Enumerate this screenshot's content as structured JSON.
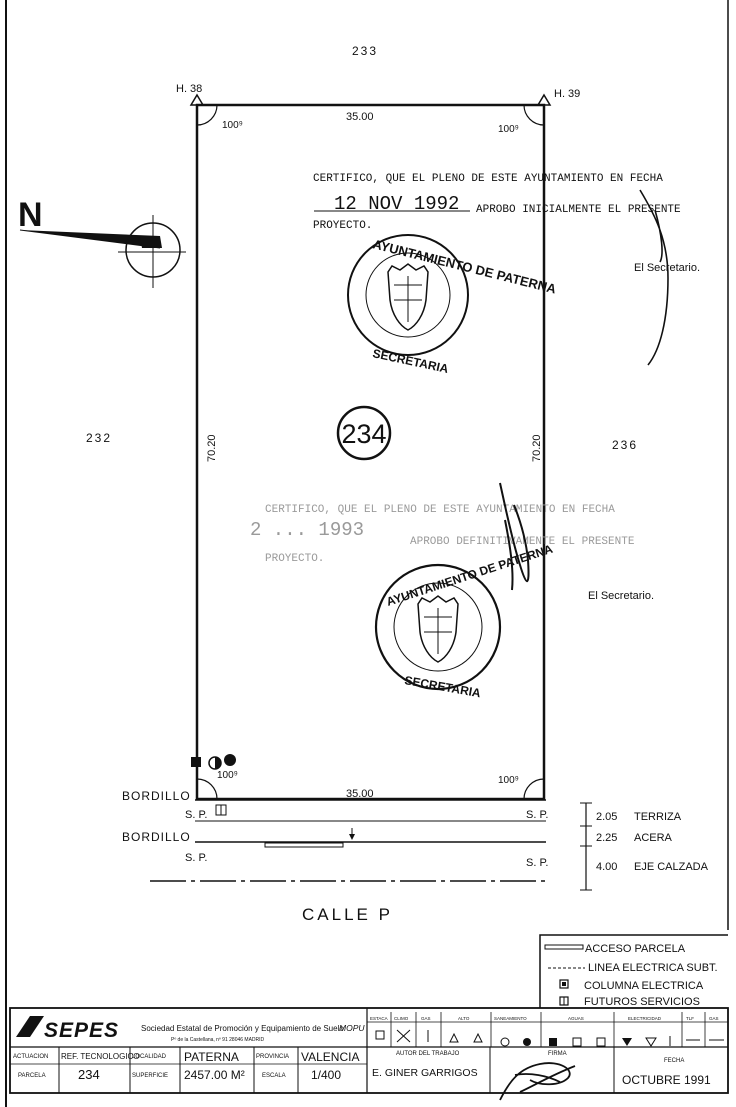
{
  "neighbors": {
    "north": "233",
    "west": "232",
    "east": "236"
  },
  "markers": {
    "nw": "H. 38",
    "ne": "H. 39"
  },
  "north_arrow": {
    "letter": "N"
  },
  "dimensions": {
    "top_width": "35.00",
    "bottom_width": "35.00",
    "left_length": "70.20",
    "right_length": "70.20",
    "angle_nw": "100⁹",
    "angle_ne": "100⁹",
    "angle_sw": "100⁹",
    "angle_se": "100⁹"
  },
  "parcel_number": "234",
  "certificate_1": {
    "line1": "CERTIFICO, QUE EL PLENO DE ESTE AYUNTAMIENTO EN FECHA",
    "date": "12 NOV 1992",
    "line2": "APROBO INICIALMENTE EL PRESENTE",
    "line3": "PROYECTO.",
    "signature_role": "El Secretario."
  },
  "certificate_2": {
    "line1": "CERTIFICO, QUE EL PLENO DE ESTE AYUNTAMIENTO EN FECHA",
    "date": "2 ... 1993",
    "line2": "APROBO DEFINITIVAMENTE EL PRESENTE",
    "line3": "PROYECTO.",
    "signature_role": "El Secretario."
  },
  "seal_1": {
    "top_text": "AYUNTAMIENTO DE PATERNA",
    "bottom_text": "SECRETARIA"
  },
  "seal_2": {
    "top_text": "AYUNTAMIENTO DE PATERNA",
    "bottom_text": "SECRETARIA"
  },
  "street": {
    "bordillo_1": "BORDILLO",
    "bordillo_2": "BORDILLO",
    "sp_left_1": "S. P.",
    "sp_right_1": "S. P.",
    "sp_left_2": "S. P.",
    "sp_right_2": "S. P.",
    "name": "CALLE   P",
    "section_1_value": "2.05",
    "section_1_label": "TERRIZA",
    "section_2_value": "2.25",
    "section_2_label": "ACERA",
    "section_3_value": "4.00",
    "section_3_label": "EJE CALZADA"
  },
  "legend": {
    "items": [
      "ACCESO PARCELA",
      "LINEA ELECTRICA SUBT.",
      "COLUMNA ELECTRICA",
      "FUTUROS SERVICIOS"
    ]
  },
  "title_block": {
    "logo": "SEPES",
    "organization": "Sociedad Estatal de Promoción y Equipamiento de Suelo",
    "ministry": "MOPU",
    "address": "Pº de la Castellana, nº 91  28046 MADRID",
    "service_headers": [
      "ESTACA",
      "CLIMO",
      "GAS",
      "ALTO",
      "SANEAMIENTO",
      "AGUAS",
      "ELECTRICIDAD",
      "TLF",
      "GAS"
    ],
    "labels": {
      "actuacion": "ACTUACION",
      "parcela": "PARCELA",
      "ref": "REF. TECNOLOGICO",
      "localidad": "LOCALIDAD",
      "superficie": "SUPERFICIE",
      "provincia": "PROVINCIA",
      "escala": "ESCALA",
      "autor": "AUTOR DEL TRABAJO",
      "firma": "FIRMA",
      "fecha": "FECHA"
    },
    "values": {
      "parcela": "234",
      "localidad": "PATERNA",
      "superficie": "2457.00 M²",
      "provincia": "VALENCIA",
      "escala": "1/400",
      "autor": "E. GINER GARRIGOS",
      "fecha": "OCTUBRE  1991"
    }
  }
}
